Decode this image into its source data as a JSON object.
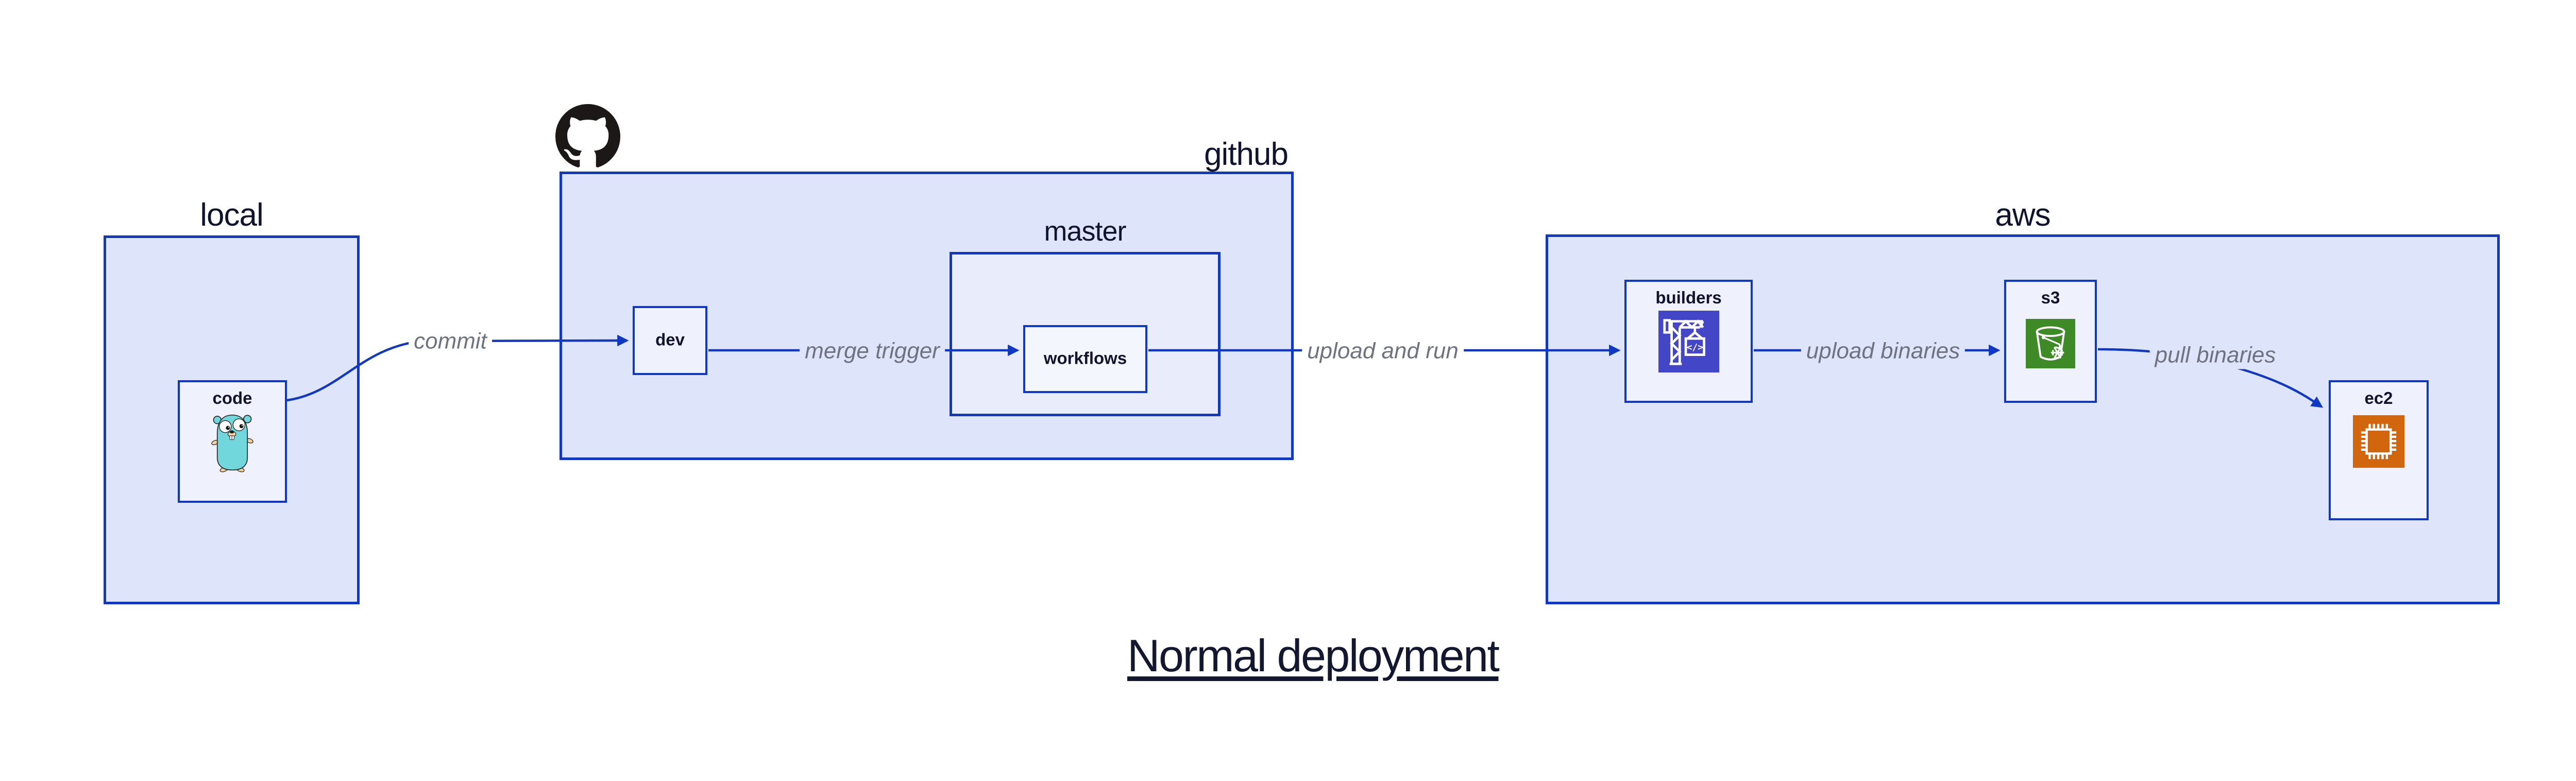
{
  "title": {
    "text": "Normal deployment"
  },
  "containers": {
    "local": {
      "label": "local"
    },
    "github": {
      "label": "github"
    },
    "master": {
      "label": "master"
    },
    "aws": {
      "label": "aws"
    }
  },
  "nodes": {
    "code": {
      "label": "code",
      "icon": "go-gopher-icon"
    },
    "dev": {
      "label": "dev"
    },
    "workflows": {
      "label": "workflows"
    },
    "builders": {
      "label": "builders",
      "icon": "codebuild-crane-icon",
      "icon_bg": "#4446c8"
    },
    "s3": {
      "label": "s3",
      "icon": "s3-bucket-icon",
      "icon_bg": "#3e8a26"
    },
    "ec2": {
      "label": "ec2",
      "icon": "ec2-chip-icon",
      "icon_bg": "#d2660f"
    }
  },
  "edges": {
    "commit": {
      "label": "commit"
    },
    "merge_trigger": {
      "label": "merge trigger"
    },
    "upload_and_run": {
      "label": "upload and run"
    },
    "upload_binaries": {
      "label": "upload binaries"
    },
    "pull_binaries": {
      "label": "pull binaries"
    }
  },
  "icons": {
    "github_logo": "github-octocat-icon",
    "code_glyph": "</>"
  },
  "colors": {
    "accent_blue": "#1038c2",
    "cluster_fill": "#dee4f9",
    "inner_cluster_fill": "#e9edfb",
    "node_fill": "#eff2fc",
    "label_navy": "#10142e",
    "edge_label_gray": "#6e7380",
    "builders_icon_bg": "#4446c8",
    "s3_icon_bg": "#3e8a26",
    "ec2_icon_bg": "#d2660f",
    "gopher_teal": "#72d6dd",
    "octocat_black": "#1b1817",
    "title_color": "#131830"
  }
}
